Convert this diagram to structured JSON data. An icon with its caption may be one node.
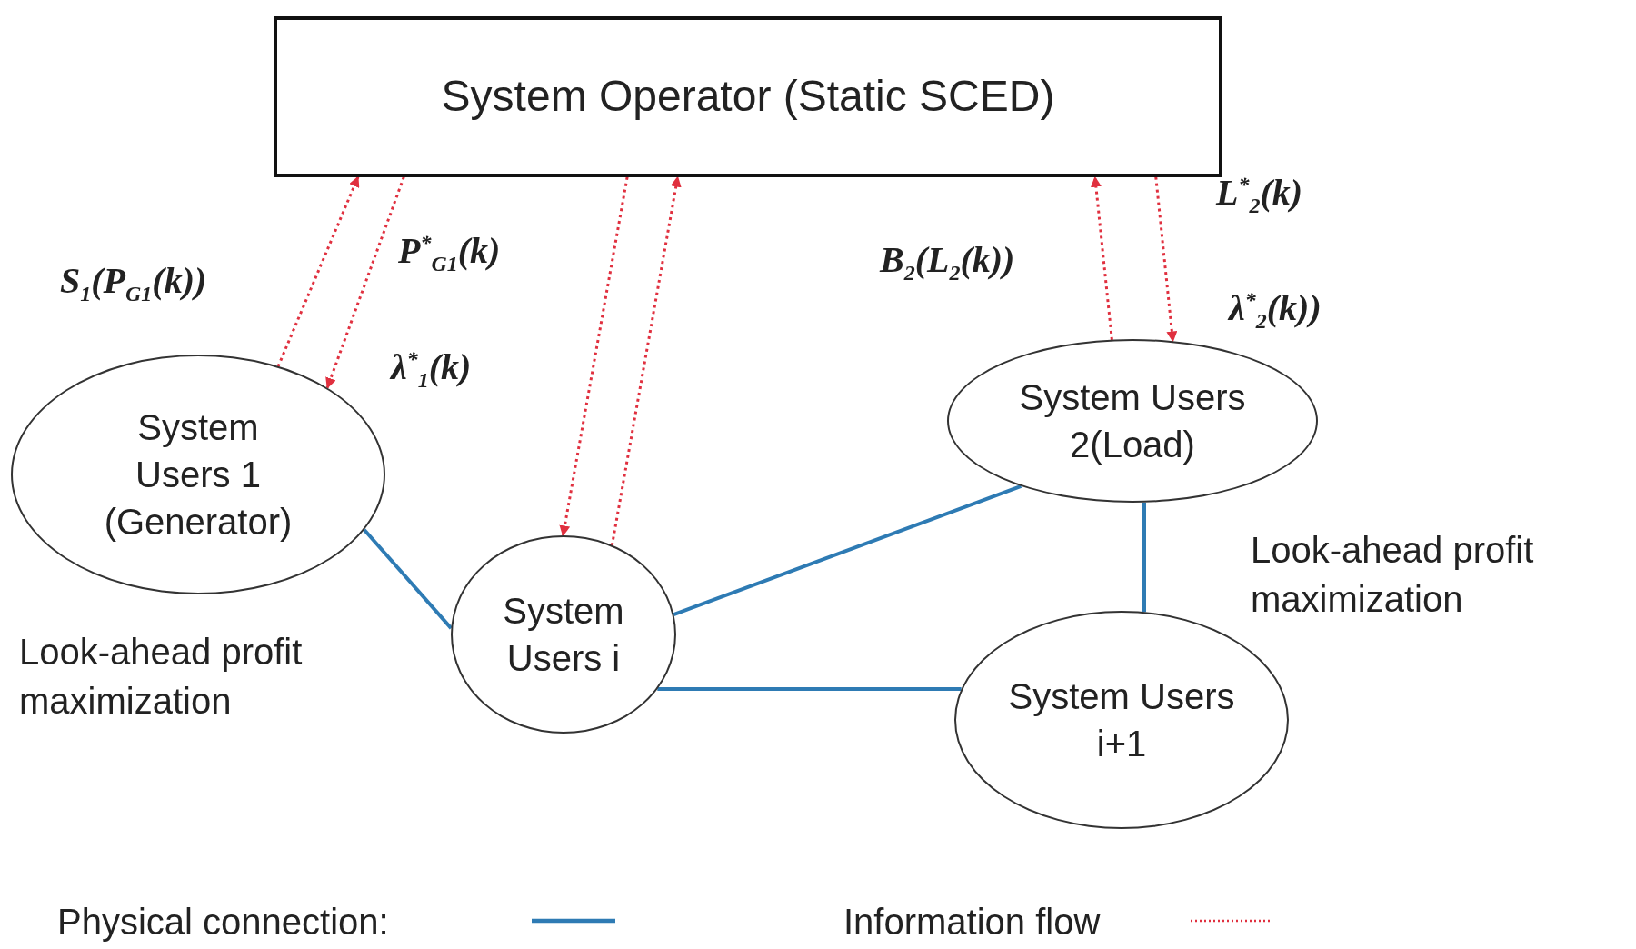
{
  "diagram": {
    "nodes": [
      {
        "text": [
          "System Operator (Static SCED)"
        ]
      },
      {
        "text": [
          "System Users 1 (Generator)"
        ],
        "beside": [
          "Look-ahead profit maximization"
        ]
      },
      {
        "text": [
          "System Users i"
        ]
      },
      {
        "text": [
          "System Users 2(Load)"
        ]
      },
      {
        "text": [
          "System Users i+1"
        ]
      }
    ],
    "edges": [
      {
        "from": 1,
        "to": 0,
        "arrow": "to",
        "style": "dashed"
      },
      {
        "from": 0,
        "to": 1,
        "arrow": "to",
        "style": "dashed"
      },
      {
        "from": 0,
        "to": 2,
        "arrow": "to",
        "style": "dashed"
      },
      {
        "from": 2,
        "to": 0,
        "arrow": "to",
        "style": "dashed"
      },
      {
        "from": 3,
        "to": 0,
        "arrow": "to",
        "style": "dashed"
      },
      {
        "from": 0,
        "to": 3,
        "arrow": "to",
        "style": "dashed"
      },
      {
        "from": 1,
        "to": 2,
        "arrow": "none",
        "color": "#2e7bb4"
      },
      {
        "from": 2,
        "to": 3,
        "arrow": "none",
        "color": "#2e7bb4"
      },
      {
        "from": 2,
        "to": 4,
        "arrow": "none",
        "color": "#2e7bb4"
      },
      {
        "from": 3,
        "to": 4,
        "arrow": "none",
        "color": "#2e7bb4"
      }
    ],
    "labels": [
      "S$_{1}$(P$_{G1}$(k))",
      "P$^{*}$$_{G1}$(k)",
      "λ$^{*}$$_{1}$(k)",
      "B$_{2}$(L$_{2}$(k))",
      "L$^{*}$$_{2}$(k)",
      "λ$^{*}$$_{2}$(k))",
      "Look-ahead profit maximization"
    ],
    "legend": [
      {
        "text": "Physical connection:"
      },
      {
        "text": "Information flow"
      }
    ]
  }
}
